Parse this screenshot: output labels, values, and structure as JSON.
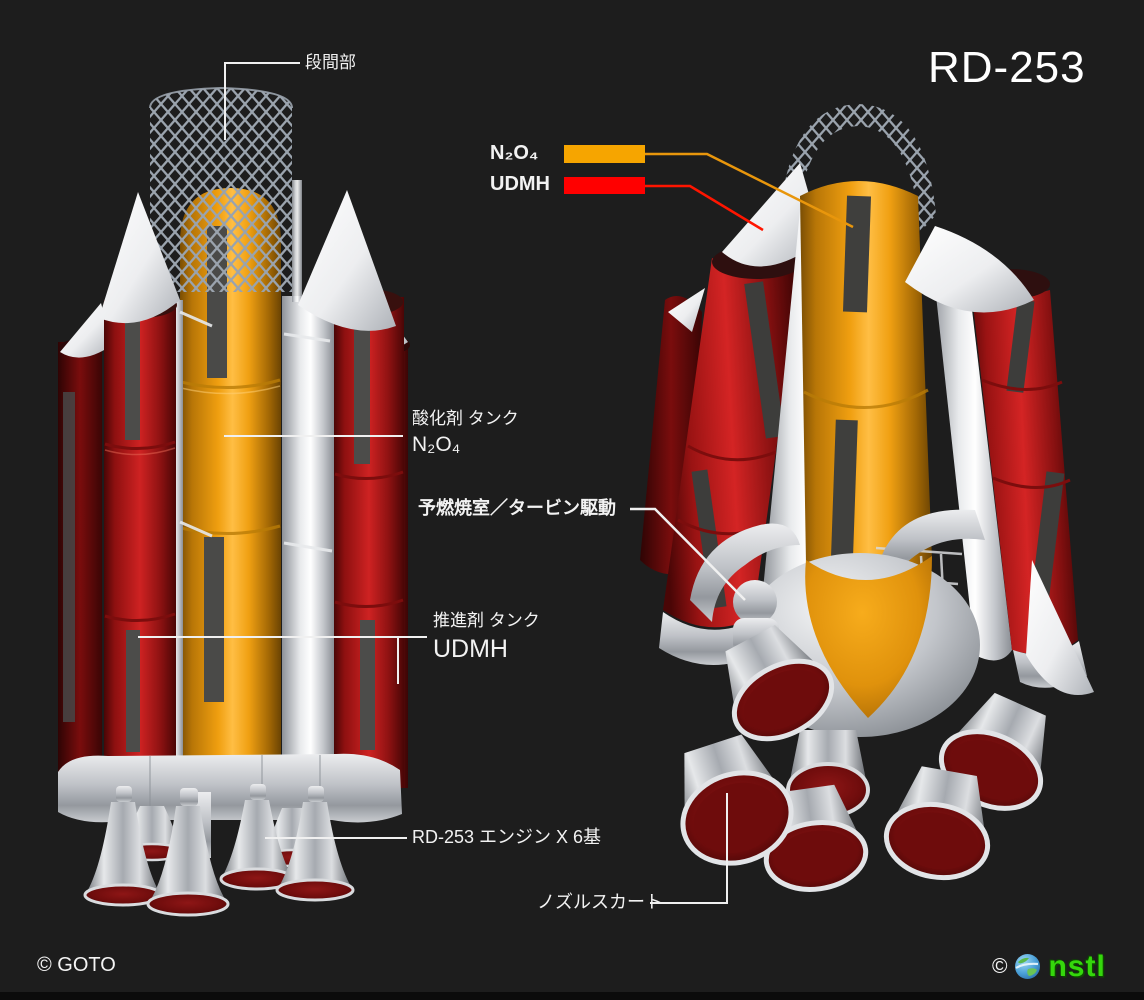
{
  "title": "RD-253",
  "legend": {
    "items": [
      {
        "label": "N₂O₄",
        "color": "#F6A500"
      },
      {
        "label": "UDMH",
        "color": "#FF0000"
      }
    ]
  },
  "labels": {
    "interstage": "段間部",
    "oxidizer_tank_line1": "酸化剤 タンク",
    "oxidizer_tank_line2": "N₂O₄",
    "preburner": "予燃焼室／タービン駆動",
    "propellant_tank_line1": "推進剤 タンク",
    "propellant_tank_line2": "UDMH",
    "engines": "RD-253 エンジン X 6基",
    "nozzle_skirt": "ノズルスカート"
  },
  "credits": {
    "left": "© GOTO",
    "right_copyright": "©",
    "right_brand": "nstl"
  },
  "colors": {
    "background": "#1D1D1D",
    "oxidizer_orange": "#F2A00E",
    "fuel_red": "#C92020",
    "brand_green": "#35D70C"
  }
}
